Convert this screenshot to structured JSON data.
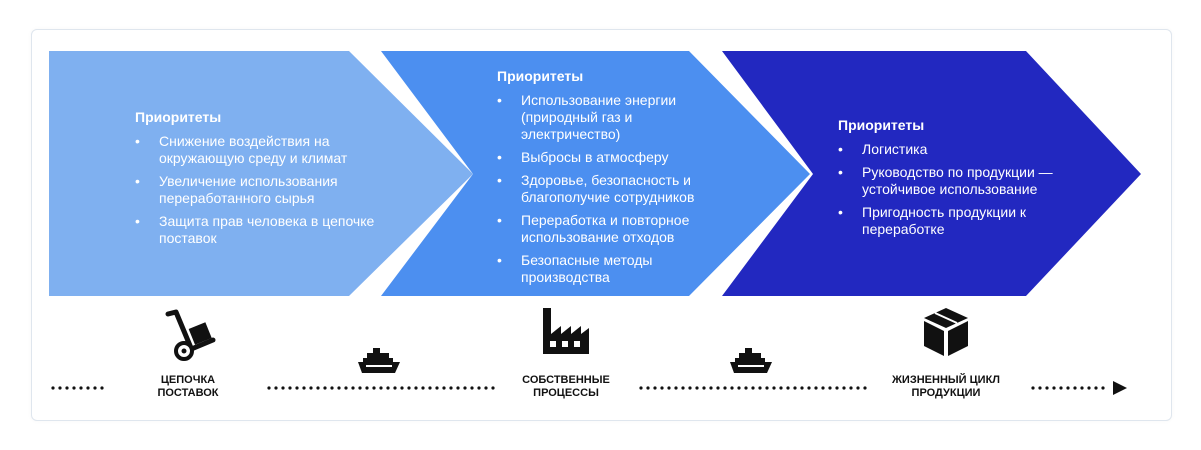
{
  "stages": [
    {
      "heading": "Приоритеты",
      "items": [
        "Снижение воздействия на окружающую среду и климат",
        "Увеличение использования переработанного сырья",
        "Защита прав человека в цепочке поставок"
      ],
      "label": "Цепочка поставок",
      "icon": "hand-truck-icon",
      "color": "#7fb0f0"
    },
    {
      "heading": "Приоритеты",
      "items": [
        "Использование энергии (природный газ и электричество)",
        "Выбросы в атмосферу",
        "Здоровье, безопасность и благополучие сотрудников",
        "Переработка и повторное использование отходов",
        "Безопасные методы производства"
      ],
      "label": "Собственные процессы",
      "icon": "factory-icon",
      "color": "#4c8ff0"
    },
    {
      "heading": "Приоритеты",
      "items": [
        "Логистика",
        "Руководство по продукции — устойчивое использование",
        "Пригодность продукции к переработке"
      ],
      "label": "Жизненный цикл продукции",
      "icon": "box-icon",
      "color": "#2228c0"
    }
  ],
  "connector_icons": [
    "ship-icon",
    "ship-icon"
  ]
}
